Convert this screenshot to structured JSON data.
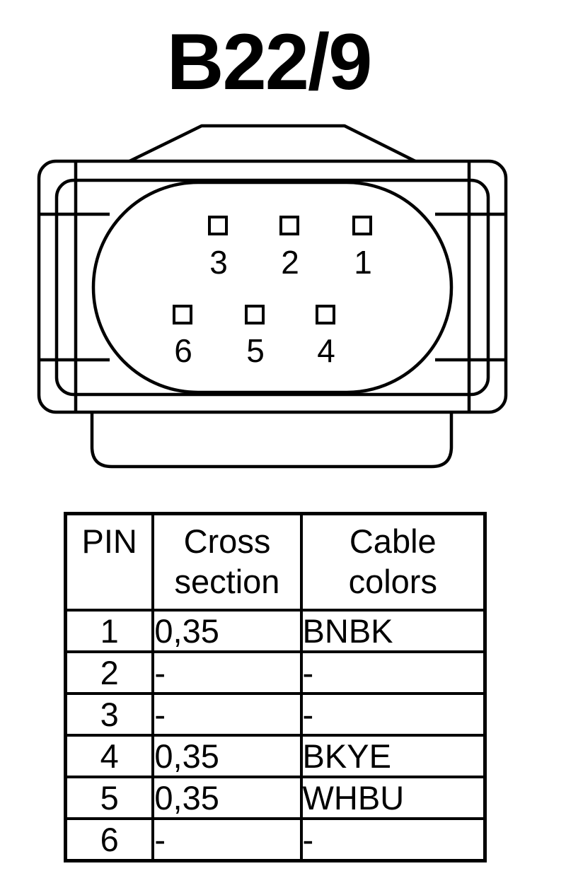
{
  "connector": {
    "title": "B22/9",
    "pins_top_row": [
      "3",
      "2",
      "1"
    ],
    "pins_bottom_row": [
      "6",
      "5",
      "4"
    ]
  },
  "table": {
    "headers": {
      "pin": "PIN",
      "cross_section_line1": "Cross",
      "cross_section_line2": "section",
      "cable_colors_line1": "Cable",
      "cable_colors_line2": "colors"
    },
    "rows": [
      {
        "pin": "1",
        "cross_section": "0,35",
        "cable_color": "BNBK"
      },
      {
        "pin": "2",
        "cross_section": "-",
        "cable_color": "-"
      },
      {
        "pin": "3",
        "cross_section": "-",
        "cable_color": "-"
      },
      {
        "pin": "4",
        "cross_section": "0,35",
        "cable_color": "BKYE"
      },
      {
        "pin": "5",
        "cross_section": "0,35",
        "cable_color": "WHBU"
      },
      {
        "pin": "6",
        "cross_section": "-",
        "cable_color": "-"
      }
    ]
  }
}
